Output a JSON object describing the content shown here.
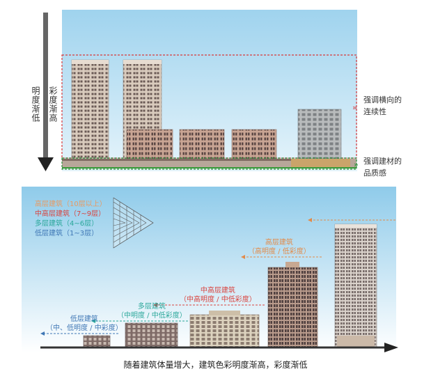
{
  "top_panel": {
    "vertical_label_1": "明度渐低",
    "vertical_label_2": "彩度渐高",
    "right_label_1": "强调横向的连续性",
    "right_label_2": "强调建材的品质感"
  },
  "bottom_panel": {
    "legend": [
      {
        "text": "高层建筑（10层以上）",
        "color": "#e89a63"
      },
      {
        "text": "中高层建筑（7~9层）",
        "color": "#d9433f"
      },
      {
        "text": "多层建筑（4~6层）",
        "color": "#2aa79a"
      },
      {
        "text": "低层建筑（1~3层）",
        "color": "#3f77b5"
      }
    ],
    "annotations": {
      "high_title": "高层建筑",
      "high_sub": "（高明度 / 低彩度）",
      "midhigh_title": "中高层建筑",
      "midhigh_sub": "（中高明度 / 中低彩度）",
      "multi_title": "多层建筑",
      "multi_sub": "（中明度 / 中低彩度）",
      "low_title": "低层建筑",
      "low_sub": "（中、低明度 / 中彩度）"
    },
    "annotation_colors": {
      "high": "#e28b4a",
      "midhigh": "#d9433f",
      "multi": "#2aa79a",
      "low": "#3f77b5"
    },
    "caption": "随着建筑体量增大，建筑色彩明度渐高，彩度渐低"
  }
}
